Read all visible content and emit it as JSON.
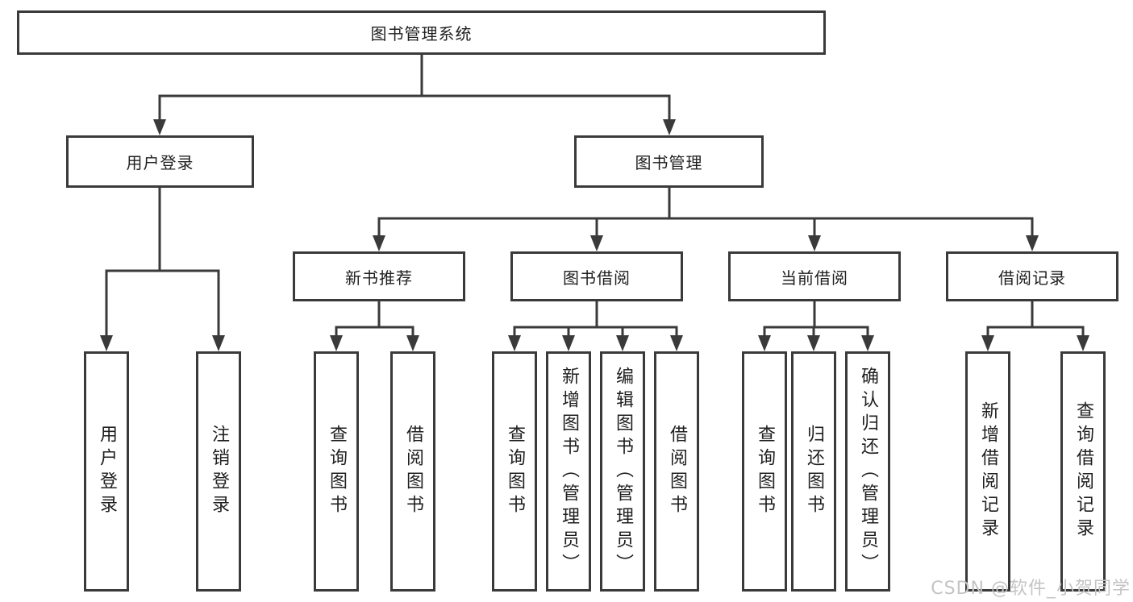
{
  "diagram_title": "图书管理系统",
  "nodes": {
    "root": "图书管理系统",
    "level1": [
      "用户登录",
      "图书管理"
    ],
    "level2": [
      "新书推荐",
      "图书借阅",
      "当前借阅",
      "借阅记录"
    ],
    "leaves": {
      "user_login": [
        "用户登录",
        "注销登录"
      ],
      "new_books": [
        "查询图书",
        "借阅图书"
      ],
      "book_borrow": [
        "查询图书",
        "新增图书（管理员）",
        "编辑图书（管理员）",
        "借阅图书"
      ],
      "current_borrow": [
        "查询图书",
        "归还图书",
        "确认归还（管理员）"
      ],
      "borrow_records": [
        "新增借阅记录",
        "查询借阅记录"
      ]
    }
  },
  "watermark": {
    "text": "CSDN @软件_小贺同学"
  },
  "colors": {
    "line": "#3a3a3a",
    "text": "#1f1f1f",
    "watermark": "#c4c4c4",
    "background": "#ffffff"
  }
}
